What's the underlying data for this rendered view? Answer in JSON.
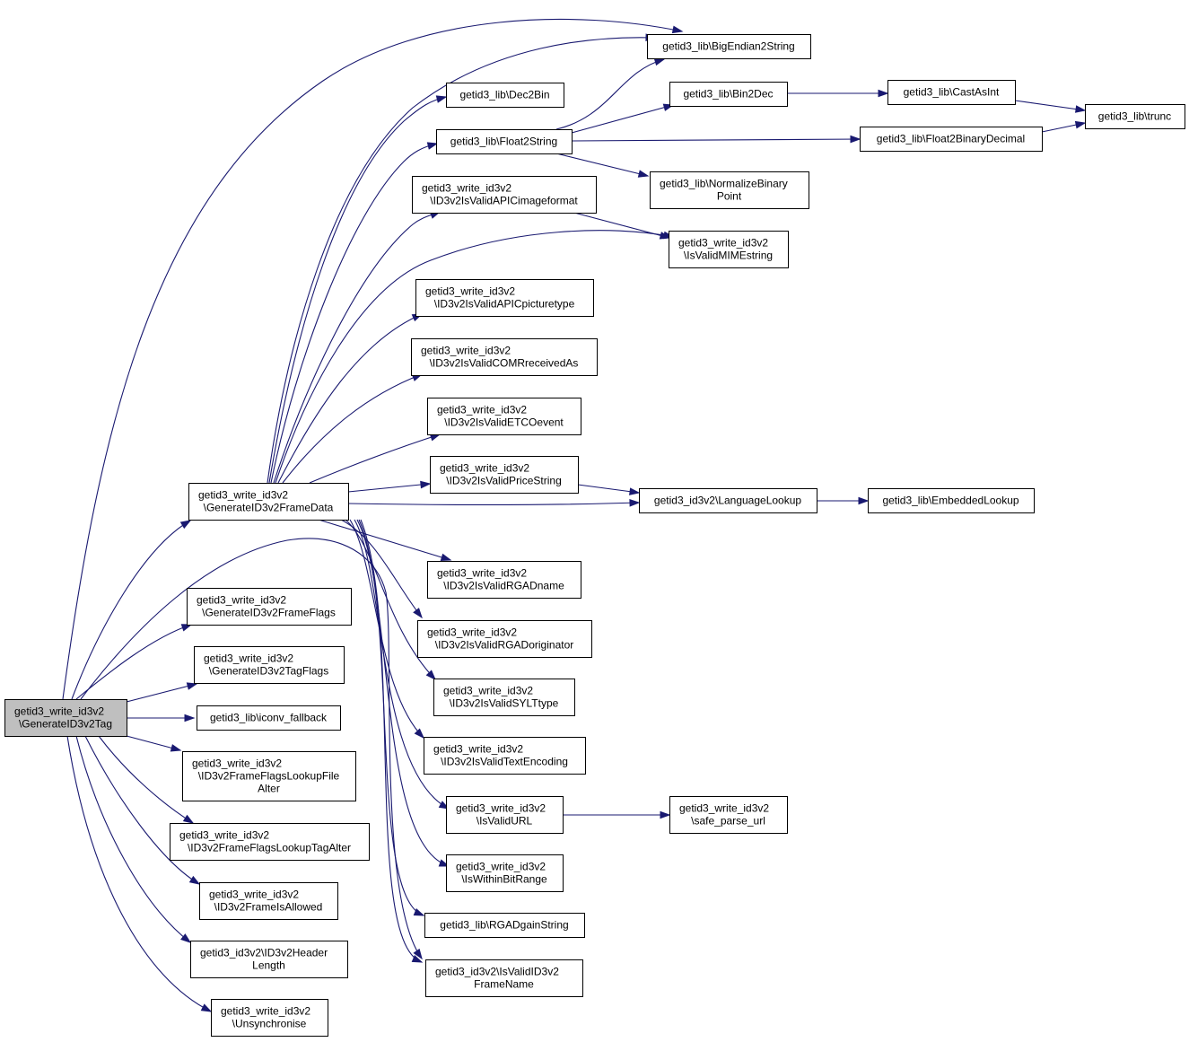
{
  "graph": {
    "colors": {
      "edge": "#191970",
      "node_border": "#000000",
      "root_fill": "#bfbfbf",
      "node_fill": "#ffffff"
    },
    "nodes": [
      {
        "id": "gen_tag",
        "lines": [
          "getid3_write_id3v2",
          "\\GenerateID3v2Tag"
        ],
        "root": true
      },
      {
        "id": "gen_frame_data",
        "lines": [
          "getid3_write_id3v2",
          "\\GenerateID3v2FrameData"
        ]
      },
      {
        "id": "gen_frame_flags",
        "lines": [
          "getid3_write_id3v2",
          "\\GenerateID3v2FrameFlags"
        ]
      },
      {
        "id": "gen_tag_flags",
        "lines": [
          "getid3_write_id3v2",
          "\\GenerateID3v2TagFlags"
        ]
      },
      {
        "id": "iconv_fallback",
        "lines": [
          "getid3_lib\\iconv_fallback"
        ]
      },
      {
        "id": "ff_lookup_file_alter",
        "lines": [
          "getid3_write_id3v2",
          "\\ID3v2FrameFlagsLookupFile",
          "Alter"
        ]
      },
      {
        "id": "ff_lookup_tag_alter",
        "lines": [
          "getid3_write_id3v2",
          "\\ID3v2FrameFlagsLookupTagAlter"
        ]
      },
      {
        "id": "frame_is_allowed",
        "lines": [
          "getid3_write_id3v2",
          "\\ID3v2FrameIsAllowed"
        ]
      },
      {
        "id": "header_length",
        "lines": [
          "getid3_id3v2\\ID3v2Header",
          "Length"
        ]
      },
      {
        "id": "unsynchronise",
        "lines": [
          "getid3_write_id3v2",
          "\\Unsynchronise"
        ]
      },
      {
        "id": "big_endian_2_string",
        "lines": [
          "getid3_lib\\BigEndian2String"
        ]
      },
      {
        "id": "dec2bin",
        "lines": [
          "getid3_lib\\Dec2Bin"
        ]
      },
      {
        "id": "float2string",
        "lines": [
          "getid3_lib\\Float2String"
        ]
      },
      {
        "id": "valid_apic_imageformat",
        "lines": [
          "getid3_write_id3v2",
          "\\ID3v2IsValidAPICimageformat"
        ]
      },
      {
        "id": "valid_apic_picturetype",
        "lines": [
          "getid3_write_id3v2",
          "\\ID3v2IsValidAPICpicturetype"
        ]
      },
      {
        "id": "valid_comr_received_as",
        "lines": [
          "getid3_write_id3v2",
          "\\ID3v2IsValidCOMRreceivedAs"
        ]
      },
      {
        "id": "valid_etco_event",
        "lines": [
          "getid3_write_id3v2",
          "\\ID3v2IsValidETCOevent"
        ]
      },
      {
        "id": "valid_price_string",
        "lines": [
          "getid3_write_id3v2",
          "\\ID3v2IsValidPriceString"
        ]
      },
      {
        "id": "valid_rgad_name",
        "lines": [
          "getid3_write_id3v2",
          "\\ID3v2IsValidRGADname"
        ]
      },
      {
        "id": "valid_rgad_originator",
        "lines": [
          "getid3_write_id3v2",
          "\\ID3v2IsValidRGADoriginator"
        ]
      },
      {
        "id": "valid_sylt_type",
        "lines": [
          "getid3_write_id3v2",
          "\\ID3v2IsValidSYLTtype"
        ]
      },
      {
        "id": "valid_text_encoding",
        "lines": [
          "getid3_write_id3v2",
          "\\ID3v2IsValidTextEncoding"
        ]
      },
      {
        "id": "is_valid_url",
        "lines": [
          "getid3_write_id3v2",
          "\\IsValidURL"
        ]
      },
      {
        "id": "is_within_bit_range",
        "lines": [
          "getid3_write_id3v2",
          "\\IsWithinBitRange"
        ]
      },
      {
        "id": "rgad_gain_string",
        "lines": [
          "getid3_lib\\RGADgainString"
        ]
      },
      {
        "id": "is_valid_id3v2_frame_name",
        "lines": [
          "getid3_id3v2\\IsValidID3v2",
          "FrameName"
        ]
      },
      {
        "id": "bin2dec",
        "lines": [
          "getid3_lib\\Bin2Dec"
        ]
      },
      {
        "id": "normalize_binary_point",
        "lines": [
          "getid3_lib\\NormalizeBinary",
          "Point"
        ]
      },
      {
        "id": "is_valid_mime_string",
        "lines": [
          "getid3_write_id3v2",
          "\\IsValidMIMEstring"
        ]
      },
      {
        "id": "language_lookup",
        "lines": [
          "getid3_id3v2\\LanguageLookup"
        ]
      },
      {
        "id": "safe_parse_url",
        "lines": [
          "getid3_write_id3v2",
          "\\safe_parse_url"
        ]
      },
      {
        "id": "cast_as_int",
        "lines": [
          "getid3_lib\\CastAsInt"
        ]
      },
      {
        "id": "float2binary_decimal",
        "lines": [
          "getid3_lib\\Float2BinaryDecimal"
        ]
      },
      {
        "id": "embedded_lookup",
        "lines": [
          "getid3_lib\\EmbeddedLookup"
        ]
      },
      {
        "id": "trunc",
        "lines": [
          "getid3_lib\\trunc"
        ]
      }
    ],
    "edges": [
      [
        "gen_tag",
        "big_endian_2_string"
      ],
      [
        "gen_tag",
        "gen_frame_data"
      ],
      [
        "gen_tag",
        "gen_frame_flags"
      ],
      [
        "gen_tag",
        "gen_tag_flags"
      ],
      [
        "gen_tag",
        "iconv_fallback"
      ],
      [
        "gen_tag",
        "ff_lookup_file_alter"
      ],
      [
        "gen_tag",
        "ff_lookup_tag_alter"
      ],
      [
        "gen_tag",
        "frame_is_allowed"
      ],
      [
        "gen_tag",
        "header_length"
      ],
      [
        "gen_tag",
        "unsynchronise"
      ],
      [
        "gen_tag",
        "is_valid_id3v2_frame_name"
      ],
      [
        "gen_frame_data",
        "big_endian_2_string"
      ],
      [
        "gen_frame_data",
        "dec2bin"
      ],
      [
        "gen_frame_data",
        "float2string"
      ],
      [
        "gen_frame_data",
        "valid_apic_imageformat"
      ],
      [
        "gen_frame_data",
        "is_valid_mime_string"
      ],
      [
        "gen_frame_data",
        "valid_apic_picturetype"
      ],
      [
        "gen_frame_data",
        "valid_comr_received_as"
      ],
      [
        "gen_frame_data",
        "valid_etco_event"
      ],
      [
        "gen_frame_data",
        "valid_price_string"
      ],
      [
        "gen_frame_data",
        "language_lookup"
      ],
      [
        "gen_frame_data",
        "valid_rgad_name"
      ],
      [
        "gen_frame_data",
        "valid_rgad_originator"
      ],
      [
        "gen_frame_data",
        "valid_sylt_type"
      ],
      [
        "gen_frame_data",
        "valid_text_encoding"
      ],
      [
        "gen_frame_data",
        "is_valid_url"
      ],
      [
        "gen_frame_data",
        "is_within_bit_range"
      ],
      [
        "gen_frame_data",
        "rgad_gain_string"
      ],
      [
        "gen_frame_data",
        "is_valid_id3v2_frame_name"
      ],
      [
        "float2string",
        "big_endian_2_string"
      ],
      [
        "float2string",
        "bin2dec"
      ],
      [
        "float2string",
        "float2binary_decimal"
      ],
      [
        "float2string",
        "normalize_binary_point"
      ],
      [
        "valid_apic_imageformat",
        "is_valid_mime_string"
      ],
      [
        "bin2dec",
        "cast_as_int"
      ],
      [
        "cast_as_int",
        "trunc"
      ],
      [
        "float2binary_decimal",
        "trunc"
      ],
      [
        "valid_price_string",
        "language_lookup"
      ],
      [
        "language_lookup",
        "embedded_lookup"
      ],
      [
        "is_valid_url",
        "safe_parse_url"
      ]
    ]
  }
}
